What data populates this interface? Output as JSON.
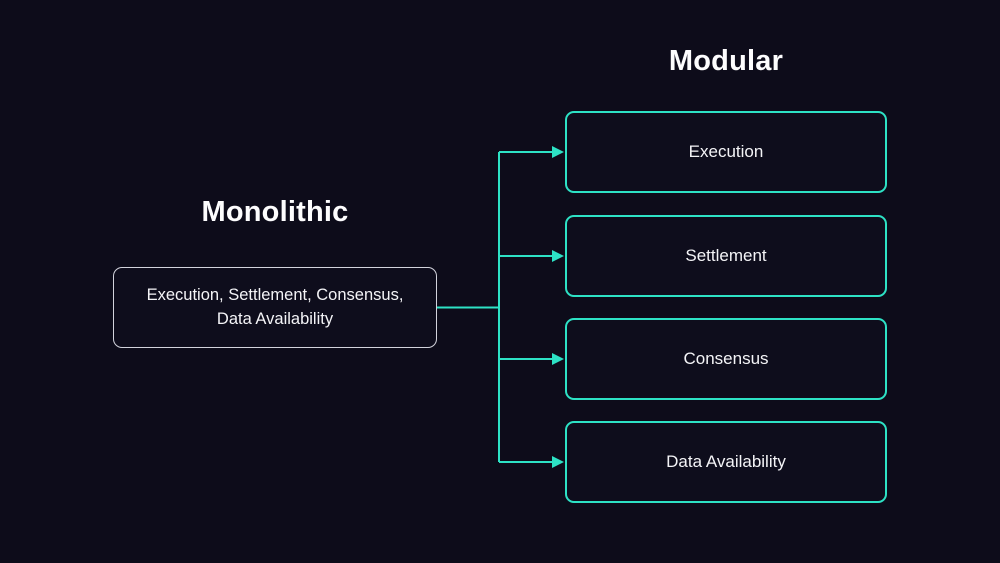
{
  "titles": {
    "left": "Monolithic",
    "right": "Modular"
  },
  "monolithic": {
    "box_label": "Execution, Settlement, Consensus, Data Availability",
    "lines": [
      "Execution, Settlement, Consensus,",
      "Data Availability"
    ]
  },
  "modular": {
    "boxes": [
      {
        "label": "Execution"
      },
      {
        "label": "Settlement"
      },
      {
        "label": "Consensus"
      },
      {
        "label": "Data Availability"
      }
    ]
  },
  "colors": {
    "background": "#0d0c1a",
    "accent_teal": "#2de2c5",
    "monolithic_border": "#d2d3dc",
    "text": "#f4f4f7"
  }
}
